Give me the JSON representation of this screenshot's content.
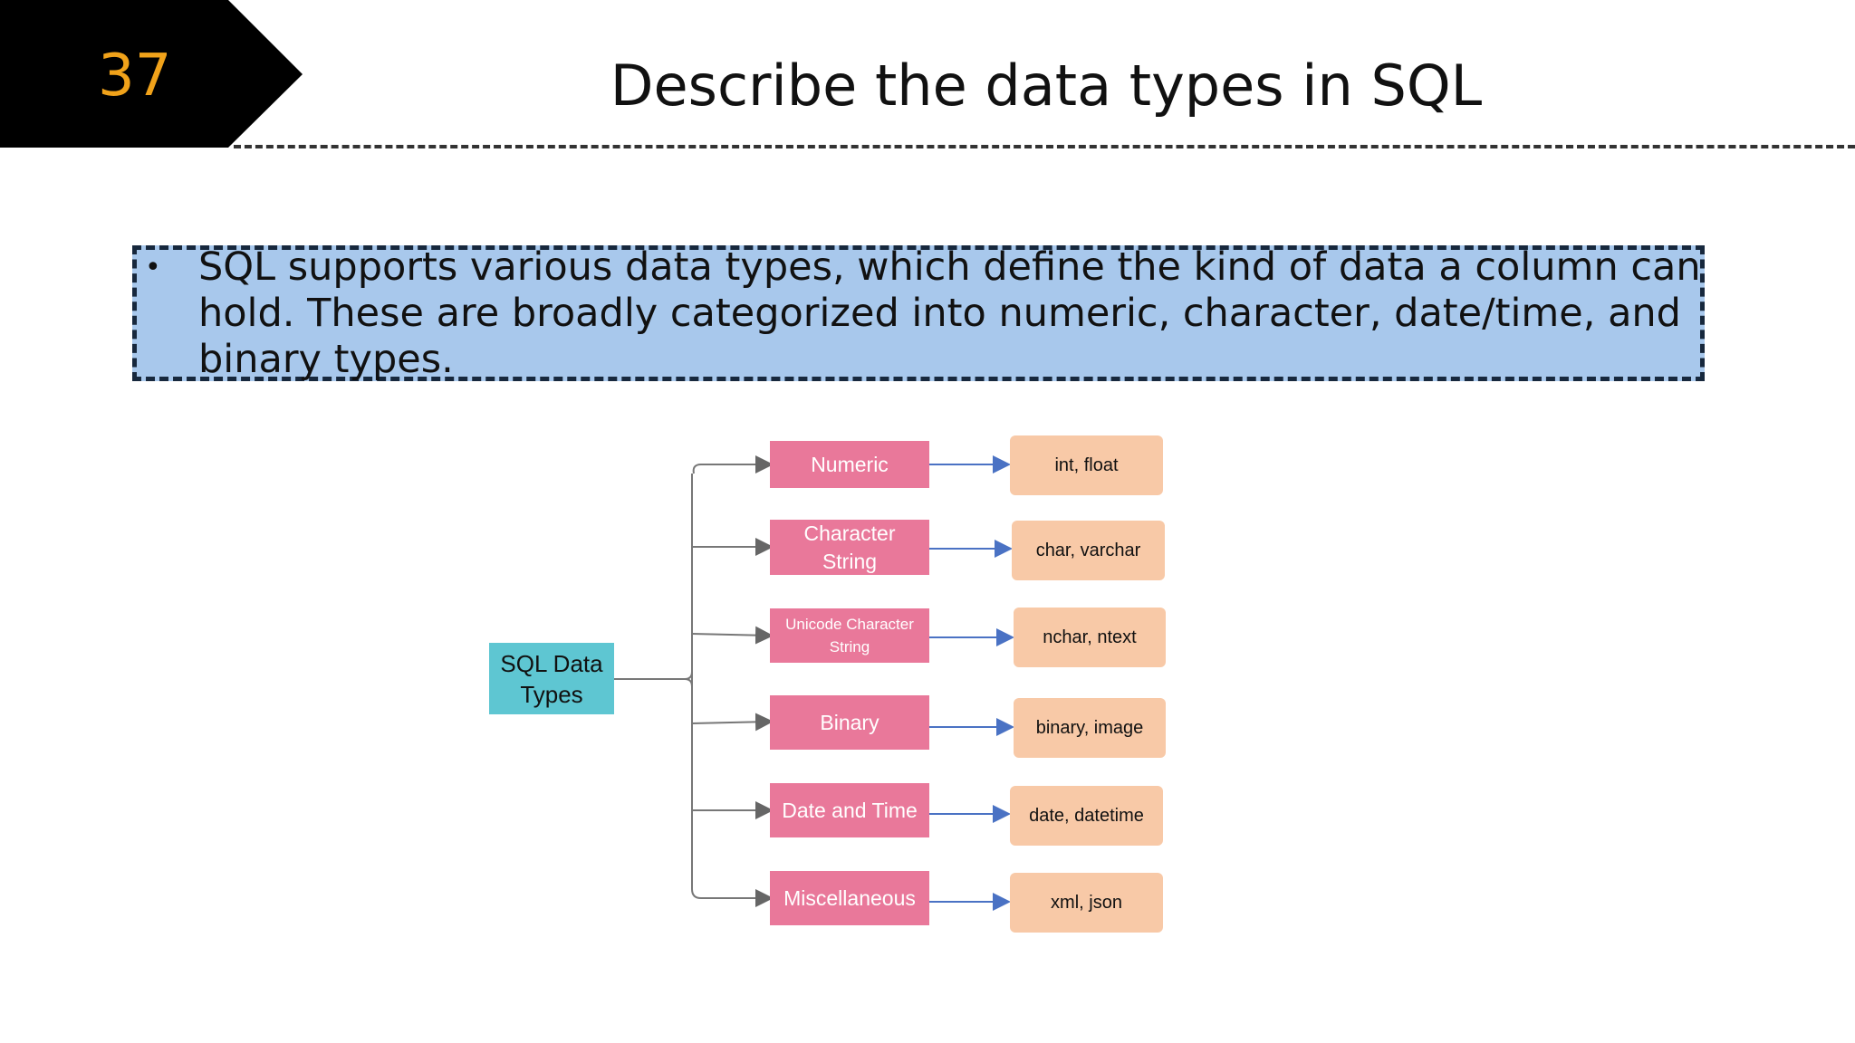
{
  "slide": {
    "number": "37",
    "title": "Describe the data types in SQL",
    "bullet": "SQL supports various data types, which define the kind of data a column can hold. These are broadly categorized into numeric, character, date/time, and binary types."
  },
  "colors": {
    "number": "#f0a21a",
    "bullet_box": "#a8c8ec",
    "root_node": "#5ec6d2",
    "category_node": "#e9789a",
    "example_node": "#f8c9a7",
    "arrow": "#4a72c4"
  },
  "diagram": {
    "root": {
      "label_line1": "SQL Data",
      "label_line2": "Types"
    },
    "categories": [
      {
        "label_line1": "Numeric",
        "label_line2": "",
        "example": "int, float"
      },
      {
        "label_line1": "Character",
        "label_line2": "String",
        "example": "char, varchar"
      },
      {
        "label_line1": "Unicode Character",
        "label_line2": "String",
        "example": "nchar, ntext"
      },
      {
        "label_line1": "Binary",
        "label_line2": "",
        "example": "binary, image"
      },
      {
        "label_line1": "Date and Time",
        "label_line2": "",
        "example": "date, datetime"
      },
      {
        "label_line1": "Miscellaneous",
        "label_line2": "",
        "example": "xml, json"
      }
    ]
  }
}
